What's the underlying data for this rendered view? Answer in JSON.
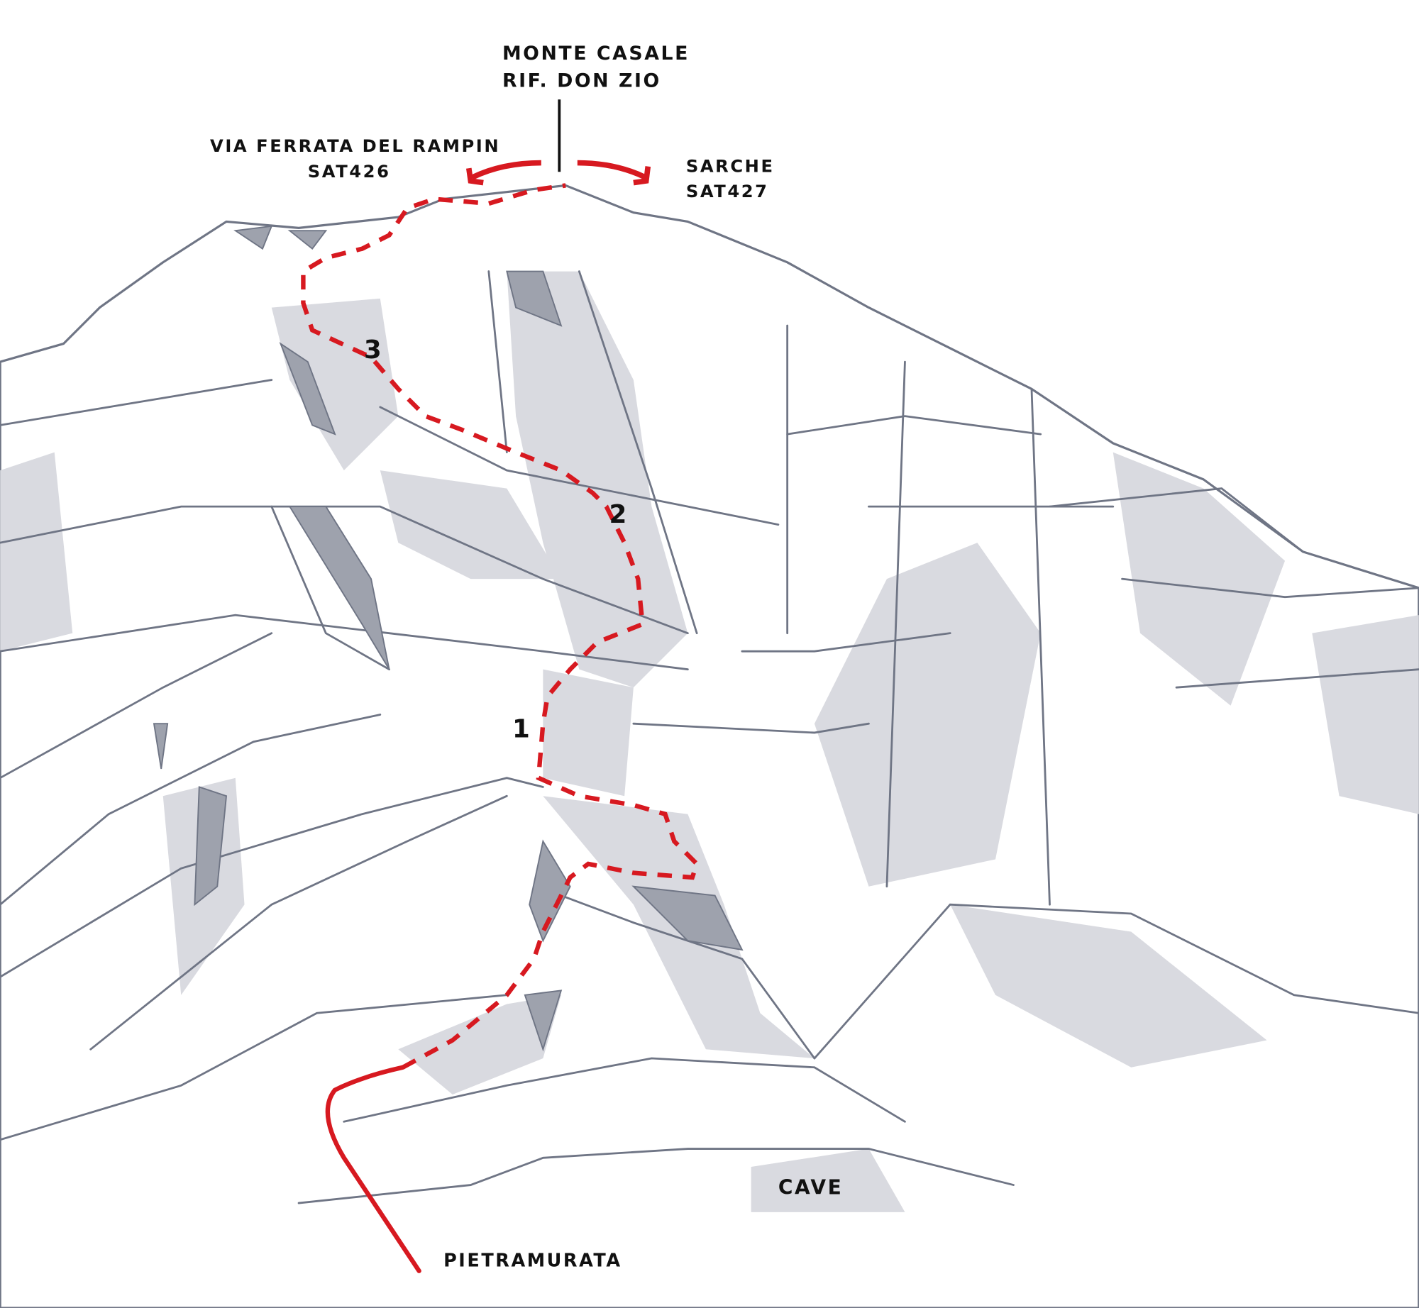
{
  "labels": {
    "summit_line1": "MONTE CASALE",
    "summit_line2": "RIF. DON ZIO",
    "left_route_line1": "VIA FERRATA DEL RAMPIN",
    "left_route_line2": "SAT426",
    "right_route_line1": "SARCHE",
    "right_route_line2": "SAT427",
    "start": "PIETRAMURATA",
    "cave": "CAVE"
  },
  "waypoints": [
    "1",
    "2",
    "3"
  ],
  "colors": {
    "trail": "#d71920",
    "rock_line": "#6f7585",
    "rock_shade": "#d9dae0",
    "text": "#111111"
  }
}
